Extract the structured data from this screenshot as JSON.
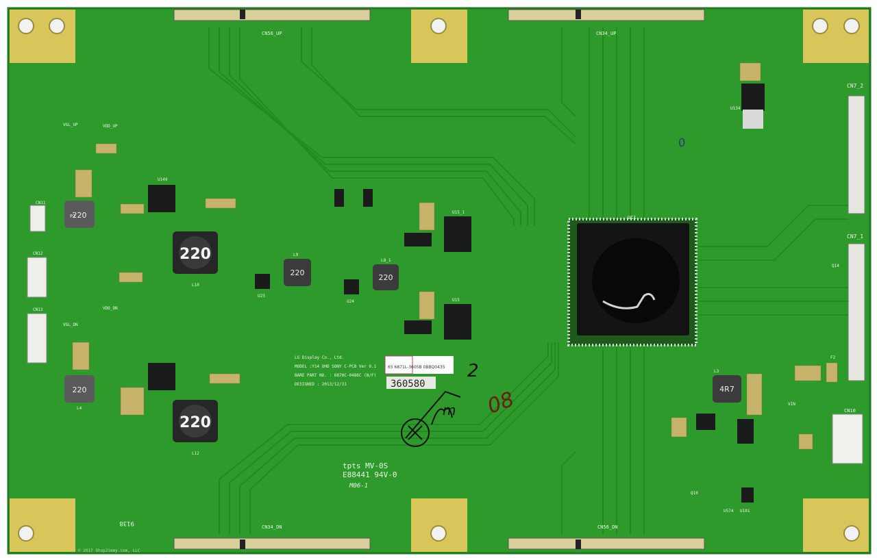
{
  "board": {
    "connectors": {
      "top_left": "CN56_UP",
      "top_right": "CN34_UP",
      "bottom_left": "CN34_DN",
      "bottom_right": "CN56_DN",
      "right_upper": "CN7_2",
      "right_lower": "CN7_1",
      "right_small": "CN10",
      "left_a": "CN11",
      "left_b": "CN12",
      "left_c": "CN13"
    },
    "chip_label": "UC1",
    "info_block": {
      "line1": "LG Display Co., Ltd.",
      "line2": "MODEL :Y14 UHD SONY C-PCB Ver 0.1",
      "line3": "BARE PART NO. : 6870C-0486C (N/F)",
      "line4": "DESIGNED : 2013/12/31"
    },
    "sticker": {
      "text": "65 6871L-3605B 0BBQ0435",
      "number": "360580"
    },
    "inductor_labels": [
      "220",
      "220",
      "220",
      "220",
      "220",
      "220",
      "4R7"
    ],
    "silkscreen": {
      "maker": "tpts MV-0S",
      "ul_code": "E88441 94V-0",
      "rev": "M06-1",
      "regulator": "U134",
      "left_rev": "9138",
      "copyright": "© 2017 ShopJimmy.com, LLC",
      "small_labels": [
        "L10",
        "L12",
        "L9",
        "L8_1",
        "U15_1",
        "U15",
        "U23",
        "U24",
        "U101",
        "U574",
        "Q14",
        "VGL_UP",
        "VDD_UP",
        "VGL_DN",
        "VDD_DN",
        "P1",
        "L4",
        "L3",
        "U149",
        "Q10",
        "VIN",
        "F2"
      ]
    },
    "handwriting": [
      "2",
      "0",
      "08",
      "m"
    ]
  },
  "colors": {
    "board": "#2f9a2c",
    "trace": "#238a22",
    "pad_gold": "#d8c65a",
    "chip": "#141414"
  }
}
